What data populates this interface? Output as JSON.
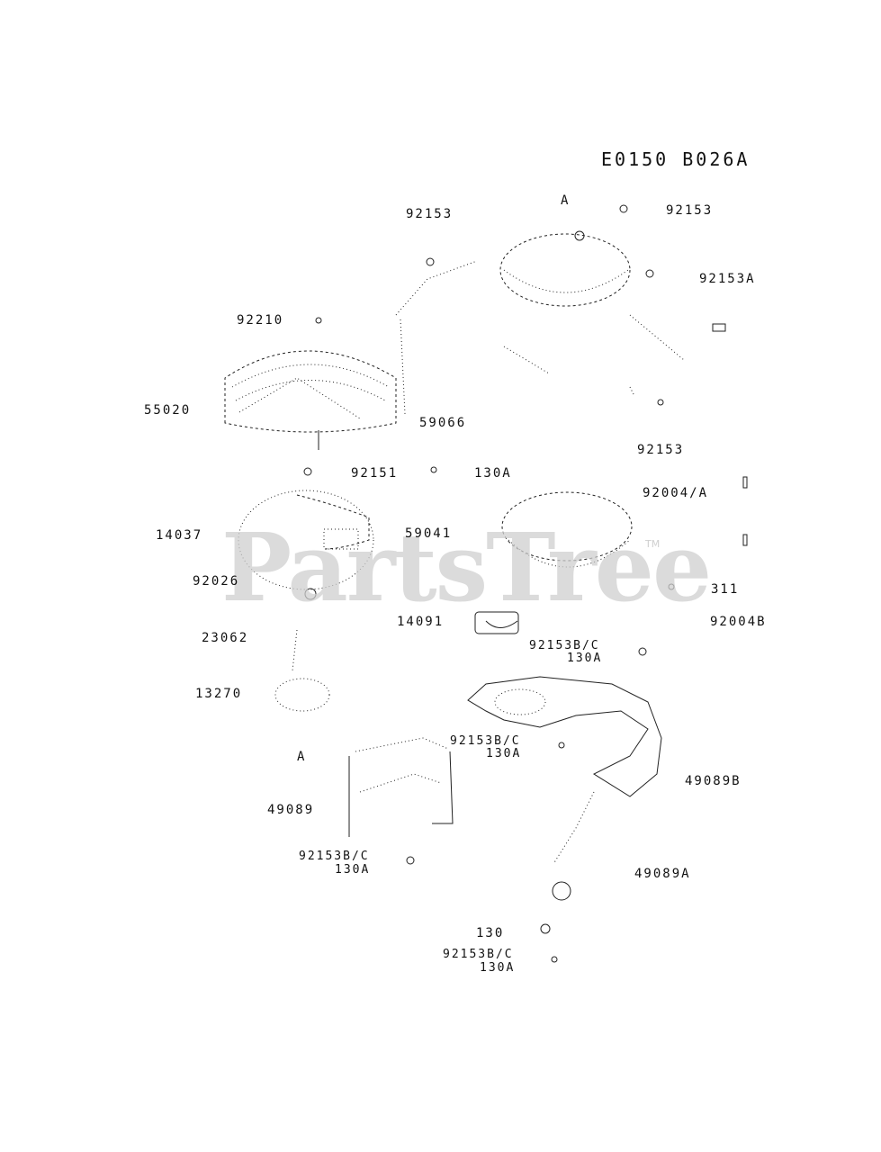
{
  "diagram": {
    "code": "E0150 B026A",
    "watermark": "PartsTree",
    "watermark_mark": "TM",
    "labels": {
      "A_top": "A",
      "p92153_top_left": "92153",
      "p92153_top_right": "92153",
      "p92153A": "92153A",
      "p92210": "92210",
      "p55020": "55020",
      "p59066": "59066",
      "p92153_mid": "92153",
      "p92151": "92151",
      "p130A_mid": "130A",
      "p92004A": "92004/A",
      "p14037": "14037",
      "p59041": "59041",
      "p92026": "92026",
      "p311": "311",
      "p14091": "14091",
      "p92004B": "92004B",
      "p23062": "23062",
      "p92153BC_1": "92153B/C",
      "p130A_1": "130A",
      "p13270": "13270",
      "p92153BC_2": "92153B/C",
      "p130A_2": "130A",
      "A_mid": "A",
      "p49089B": "49089B",
      "p49089": "49089",
      "p92153BC_3": "92153B/C",
      "p130A_3": "130A",
      "p49089A": "49089A",
      "p130": "130",
      "p92153BC_4": "92153B/C",
      "p130A_4": "130A"
    }
  }
}
